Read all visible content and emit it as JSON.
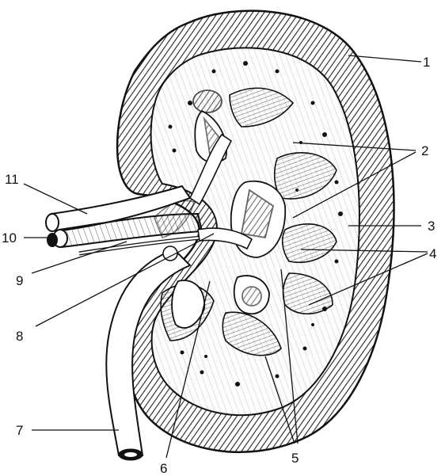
{
  "figure": {
    "colors": {
      "ink": "#111111",
      "paper": "#ffffff",
      "shade": "#222222"
    },
    "labels": [
      "1",
      "2",
      "3",
      "4",
      "5",
      "6",
      "7",
      "8",
      "9",
      "10",
      "11"
    ]
  }
}
